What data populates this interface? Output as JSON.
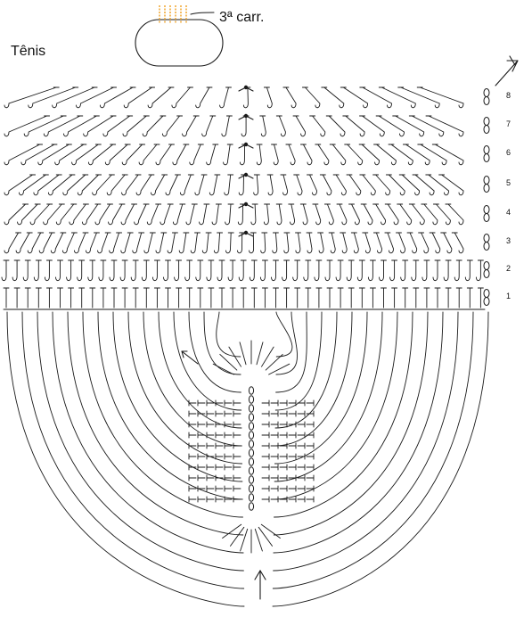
{
  "title": "Tênis",
  "callout": {
    "label": "3ª carr."
  },
  "row_labels": [
    "8",
    "7",
    "6",
    "5",
    "4",
    "3",
    "2",
    "1"
  ],
  "colors": {
    "ink": "#1a1a1a",
    "accent_orange": "#f0a020",
    "background": "#ffffff"
  },
  "icons": {
    "start_arrow": "arrow-icon",
    "sole_start_arrow": "arrow-icon"
  }
}
